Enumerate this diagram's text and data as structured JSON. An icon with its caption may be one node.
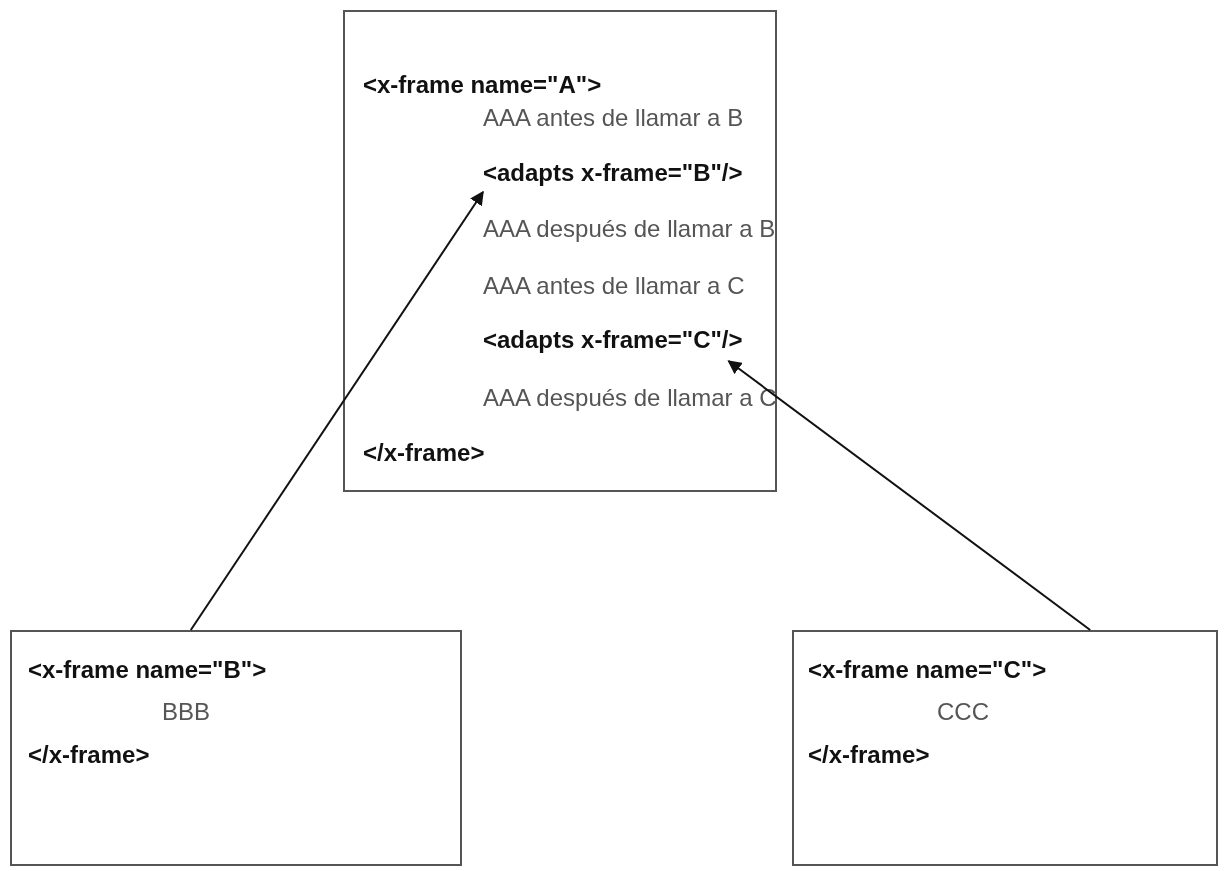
{
  "diagram": {
    "nodes": [
      {
        "text": [
          "<x-frame name=\"A\">",
          "AAA antes de llamar a B",
          "AAA después de llamar a B",
          "AAA antes de llamar a C",
          "AAA después de llamar a C",
          "</x-frame>"
        ]
      },
      {
        "text": [
          "<adapts x-frame=\"B\"/>"
        ],
        "in": 0
      },
      {
        "text": [
          "<adapts x-frame=\"C\"/>"
        ],
        "in": 0
      },
      {
        "text": [
          "<x-frame name=\"B\">",
          "BBB",
          "</x-frame>"
        ]
      },
      {
        "text": [
          "<x-frame name=\"C\">",
          "CCC",
          "</x-frame>"
        ]
      }
    ],
    "edges": [
      {
        "from": 3,
        "to": 1,
        "arrow": "to"
      },
      {
        "from": 4,
        "to": 2,
        "arrow": "to"
      }
    ]
  }
}
